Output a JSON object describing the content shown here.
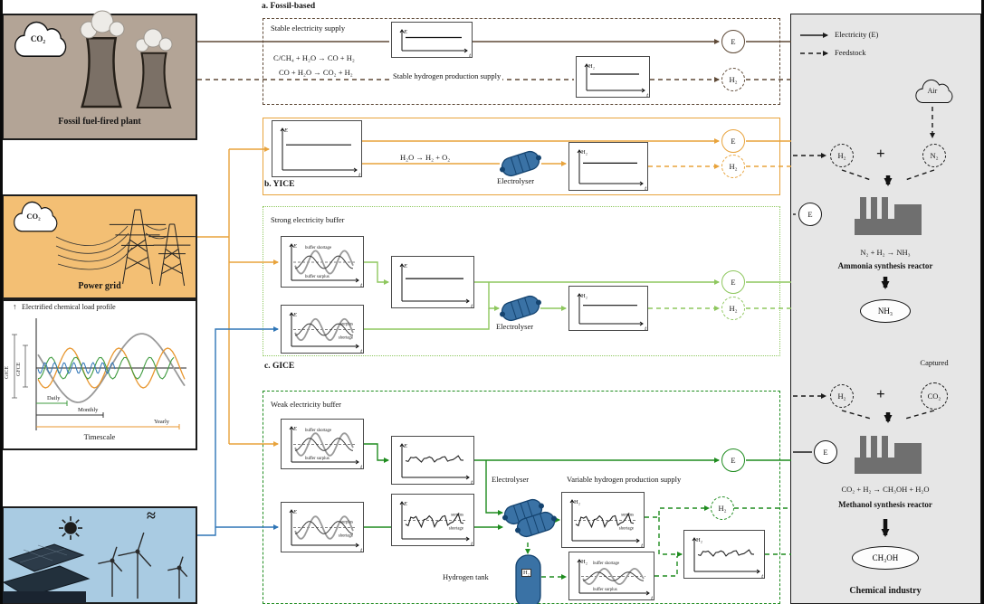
{
  "panels": {
    "fossil": {
      "label": "Fossil fuel-fired plant",
      "co2": "CO₂"
    },
    "grid": {
      "label": "Power grid",
      "co2": "CO₂"
    },
    "load": {
      "title": "Electrified chemical load profile",
      "arrow": "↑",
      "gice": "GICE",
      "gfce": "GFCE",
      "daily": "Daily",
      "monthly": "Monthly",
      "yearly": "Yearly",
      "timescale": "Timescale"
    },
    "renewable": {
      "approx": "≈"
    }
  },
  "sections": {
    "a": {
      "label": "a. Fossil-based",
      "stable_electricity": "Stable electricity supply",
      "eq1": "C/CH₄ + H₂O → CO + H₂",
      "eq2": "CO + H₂O → CO₂ + H₂",
      "stable_hydrogen": "Stable hydrogen production supply"
    },
    "b": {
      "label": "b. YICE",
      "equation": "H₂O → H₂ + O₂",
      "electrolyser": "Electrolyser"
    },
    "c": {
      "label": "c. GICE",
      "strong": "Strong electricity buffer",
      "weak": "Weak electricity buffer",
      "electrolyser": "Electrolyser",
      "variable_hydrogen": "Variable hydrogen production supply",
      "hydrogen_tank": "Hydrogen tank"
    }
  },
  "legend": {
    "electricity": "Electricity (E)",
    "feedstock": "Feedstock"
  },
  "right_panel": {
    "air": "Air",
    "captured": "Captured",
    "ammonia_equation": "N₂ + H₂ → NH₃",
    "ammonia_reactor": "Ammonia synthesis reactor",
    "nh3": "NH₃",
    "methanol_equation": "CO₂ + H₂ → CH₃OH + H₂O",
    "methanol_reactor": "Methanol synthesis reactor",
    "ch3oh": "CH₃OH",
    "chemical_industry": "Chemical industry"
  },
  "nodes": {
    "e": "E",
    "h2": "H₂",
    "n2": "N₂",
    "co2": "CO₂",
    "plus": "+"
  },
  "graph_labels": {
    "e": "E",
    "t": "t",
    "h2": "H₂",
    "surplus": "surplus",
    "shortage": "shortage",
    "buffer_shortage": "buffer shortage",
    "buffer_surplus": "buffer surplus"
  },
  "colors": {
    "fossil_brown": "#5e4936",
    "orange": "#e8a33c",
    "light_green": "#8ec75e",
    "dark_green": "#1f8c1f",
    "blue": "#2e75b6",
    "panel_gray": "#e6e6e6"
  }
}
